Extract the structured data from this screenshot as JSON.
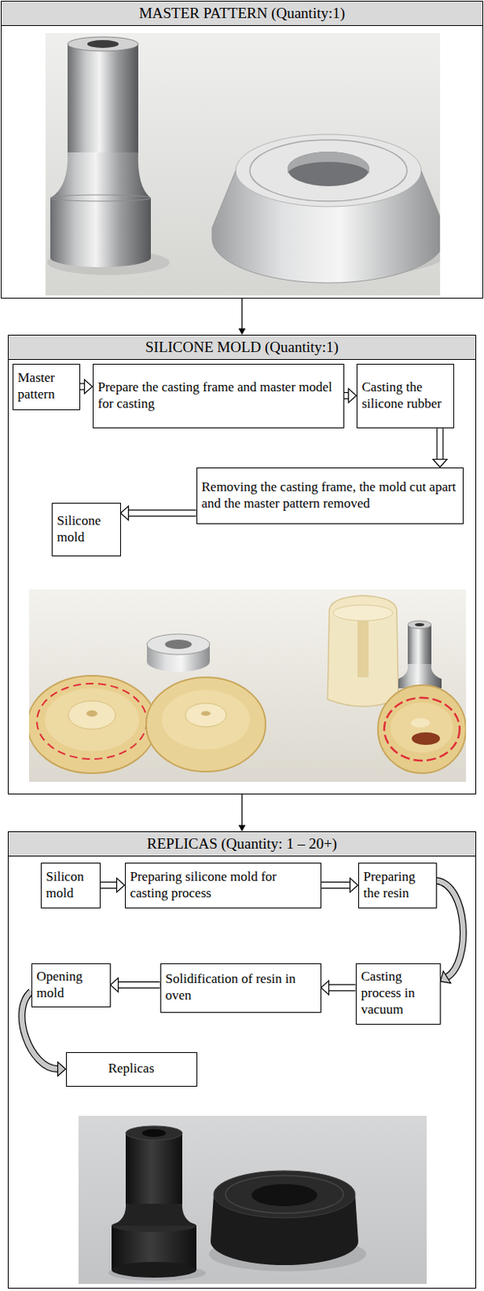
{
  "diagram": {
    "nodes": [
      {
        "text": [
          "MASTER PATTERN (Quantity:1)"
        ]
      },
      {
        "text": [
          "SILICONE MOLD (Quantity:1)"
        ]
      },
      {
        "text": [
          "Master pattern"
        ],
        "in": 1
      },
      {
        "text": [
          "Prepare the casting frame and master model for casting"
        ],
        "in": 1
      },
      {
        "text": [
          "Casting the silicone rubber"
        ],
        "in": 1
      },
      {
        "text": [
          "Removing the casting frame, the mold cut apart and the master pattern removed"
        ],
        "in": 1
      },
      {
        "text": [
          "Silicone mold"
        ],
        "in": 1
      },
      {
        "text": [
          "REPLICAS (Quantity: 1 – 20+)"
        ]
      },
      {
        "text": [
          "Silicon mold"
        ],
        "in": 7
      },
      {
        "text": [
          "Preparing silicone mold for casting process"
        ],
        "in": 7
      },
      {
        "text": [
          "Preparing the resin"
        ],
        "in": 7
      },
      {
        "text": [
          "Casting process in vacuum"
        ],
        "in": 7
      },
      {
        "text": [
          "Solidification of resin in oven"
        ],
        "in": 7
      },
      {
        "text": [
          "Opening mold"
        ],
        "in": 7
      },
      {
        "text": [
          "Replicas"
        ],
        "in": 7
      }
    ],
    "edges": [
      {
        "from": 0,
        "to": 1,
        "arrow": "to"
      },
      {
        "from": 1,
        "to": 7,
        "arrow": "to"
      },
      {
        "from": 2,
        "to": 3,
        "arrow": "to"
      },
      {
        "from": 3,
        "to": 4,
        "arrow": "to"
      },
      {
        "from": 4,
        "to": 5,
        "arrow": "to"
      },
      {
        "from": 5,
        "to": 6,
        "arrow": "to"
      },
      {
        "from": 8,
        "to": 9,
        "arrow": "to"
      },
      {
        "from": 9,
        "to": 10,
        "arrow": "to"
      },
      {
        "from": 10,
        "to": 11,
        "arrow": "to"
      },
      {
        "from": 11,
        "to": 12,
        "arrow": "to"
      },
      {
        "from": 12,
        "to": 13,
        "arrow": "to"
      },
      {
        "from": 13,
        "to": 14,
        "arrow": "to"
      }
    ]
  }
}
